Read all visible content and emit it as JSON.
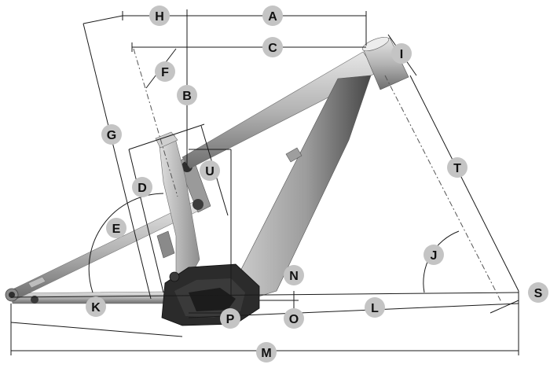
{
  "diagram": {
    "labels": [
      "A",
      "B",
      "C",
      "D",
      "E",
      "F",
      "G",
      "H",
      "I",
      "J",
      "K",
      "L",
      "M",
      "N",
      "O",
      "P",
      "S",
      "T",
      "U"
    ]
  },
  "colors": {
    "frame_light": "#d8d8d8",
    "frame_mid": "#a9a9a9",
    "frame_dark": "#5a5a5a",
    "motor": "#2b2b2b",
    "badge": "#c4c4c4"
  }
}
